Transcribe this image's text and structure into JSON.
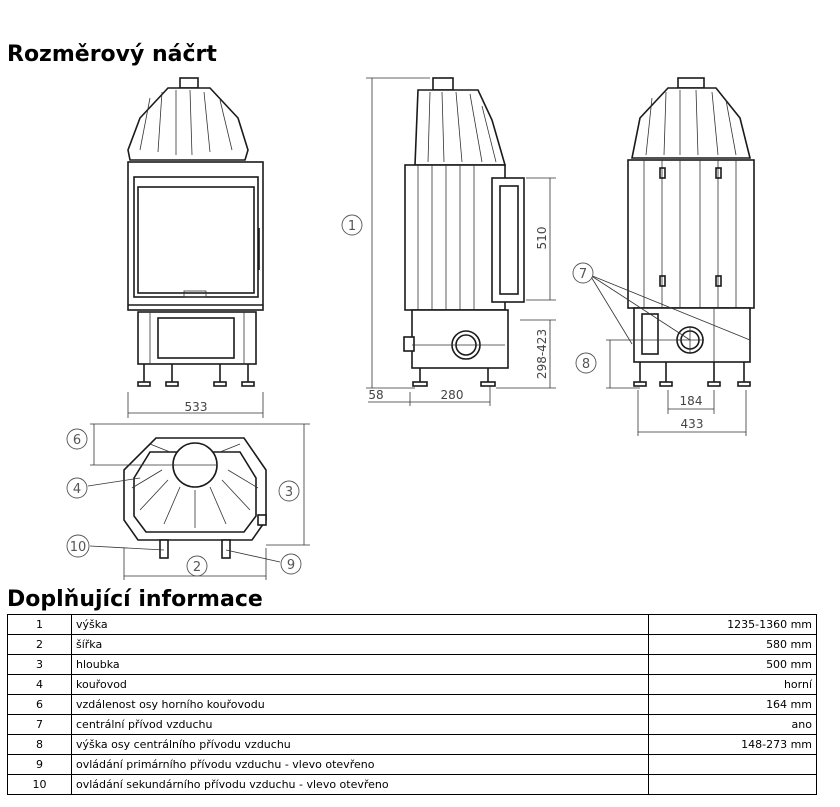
{
  "headings": {
    "sketch": "Rozměrový náčrt",
    "info": "Doplňující informace"
  },
  "drawing": {
    "dims": {
      "width_front": "533",
      "height_door": "510",
      "height_air": "298-423",
      "side_offset": "58",
      "side_depth": "280",
      "back_inner": "184",
      "back_outer": "433"
    },
    "callouts": [
      "1",
      "2",
      "3",
      "4",
      "6",
      "7",
      "8",
      "9",
      "10"
    ]
  },
  "table": {
    "rows": [
      {
        "num": "1",
        "label": "výška",
        "value": "1235-1360 mm"
      },
      {
        "num": "2",
        "label": "šířka",
        "value": "580 mm"
      },
      {
        "num": "3",
        "label": "hloubka",
        "value": "500 mm"
      },
      {
        "num": "4",
        "label": "kouřovod",
        "value": "horní"
      },
      {
        "num": "6",
        "label": "vzdálenost osy horního kouřovodu",
        "value": "164 mm"
      },
      {
        "num": "7",
        "label": "centrální přívod vzduchu",
        "value": "ano"
      },
      {
        "num": "8",
        "label": "výška osy centrálního přívodu vzduchu",
        "value": "148-273 mm"
      },
      {
        "num": "9",
        "label": "ovládání primárního přívodu vzduchu - vlevo otevřeno",
        "value": ""
      },
      {
        "num": "10",
        "label": "ovládání sekundárního přívodu vzduchu - vlevo otevřeno",
        "value": ""
      }
    ]
  }
}
